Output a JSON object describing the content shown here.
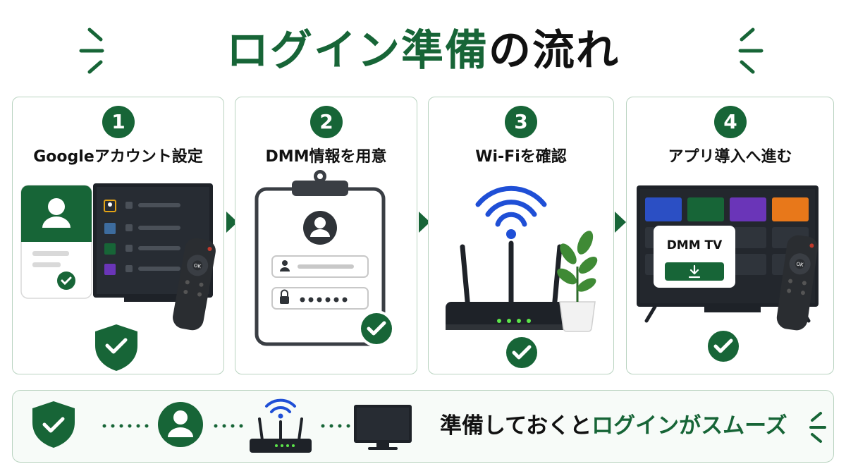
{
  "title": {
    "part_green": "ログイン準備",
    "part_black": "の流れ"
  },
  "steps": [
    {
      "number": "1",
      "title": "Googleアカウント設定"
    },
    {
      "number": "2",
      "title": "DMM情報を用意"
    },
    {
      "number": "3",
      "title": "Wi-Fiを確認"
    },
    {
      "number": "4",
      "title": "アプリ導入へ進む"
    }
  ],
  "step4_app_name": "DMM TV",
  "remote_ok_label": "OK",
  "footer": {
    "message_black": "準備しておくと",
    "message_green": "ログインがスムーズ"
  },
  "colors": {
    "brand_green": "#176537",
    "wifi_blue": "#1f4fd6",
    "tile_blue": "#2b4fc4",
    "tile_purple": "#6a35b8",
    "tile_orange": "#e8781a"
  }
}
